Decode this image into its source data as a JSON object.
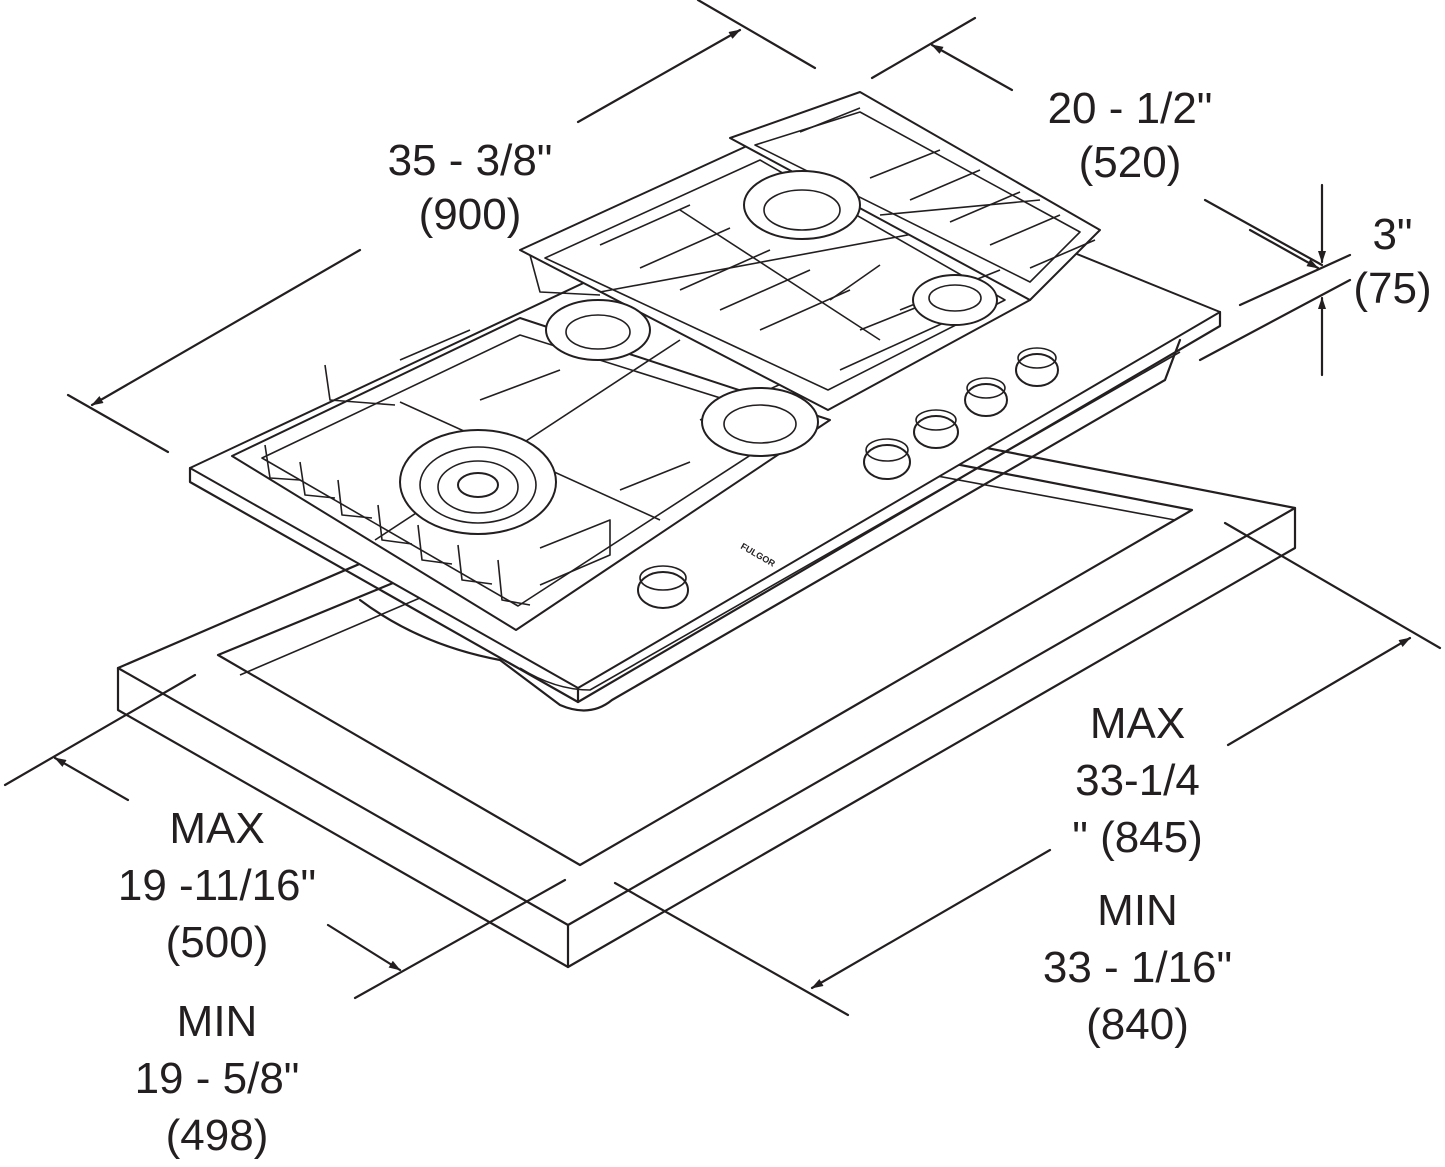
{
  "dimensions": {
    "width": {
      "imperial": "35 - 3/8\"",
      "metric": "(900)"
    },
    "depth": {
      "imperial": "20 - 1/2\"",
      "metric": "(520)"
    },
    "height": {
      "imperial": "3\"",
      "metric": "(75)"
    },
    "cutout_depth": {
      "max_label": "MAX",
      "max_imperial": "19 -11/16\"",
      "max_metric": "(500)",
      "min_label": "MIN",
      "min_imperial": "19 - 5/8\"",
      "min_metric": "(498)"
    },
    "cutout_width": {
      "max_label": "MAX",
      "max_imperial_a": "33-1/4",
      "max_imperial_b": "\" (845)",
      "min_label": "MIN",
      "min_imperial": "33 - 1/16\"",
      "min_metric": "(840)"
    }
  },
  "product": {
    "brand_mark": "FULGOR"
  }
}
